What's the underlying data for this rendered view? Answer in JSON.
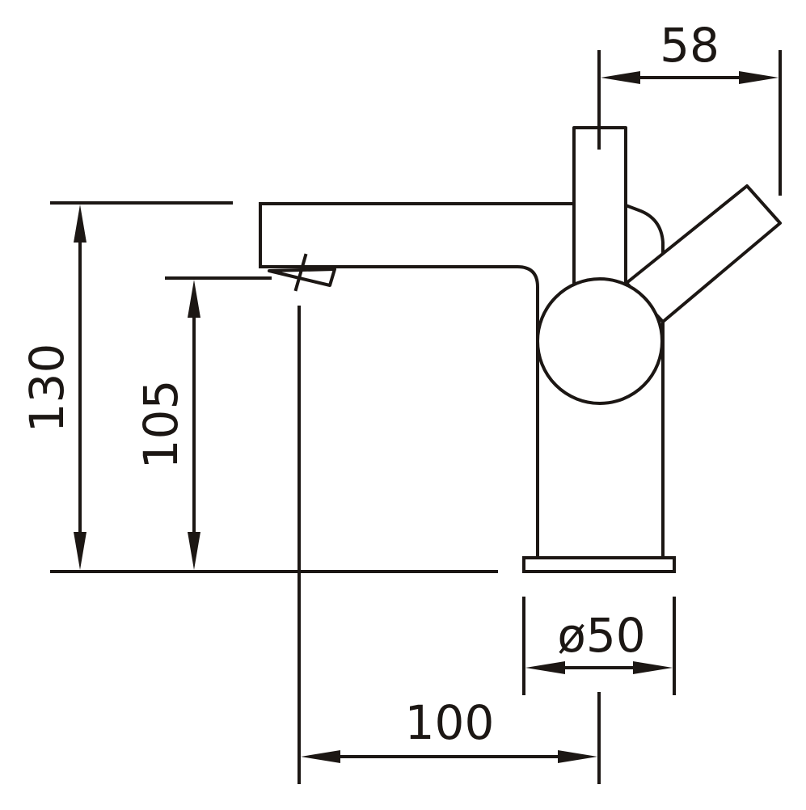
{
  "drawing": {
    "subject": "basin mixer tap side elevation",
    "colors": {
      "line": "#1c1714",
      "background": "#ffffff"
    }
  },
  "dimensions": {
    "overall_height": "130",
    "spout_height": "105",
    "lever_width": "58",
    "base_diameter": "ø50",
    "spout_reach": "100"
  }
}
